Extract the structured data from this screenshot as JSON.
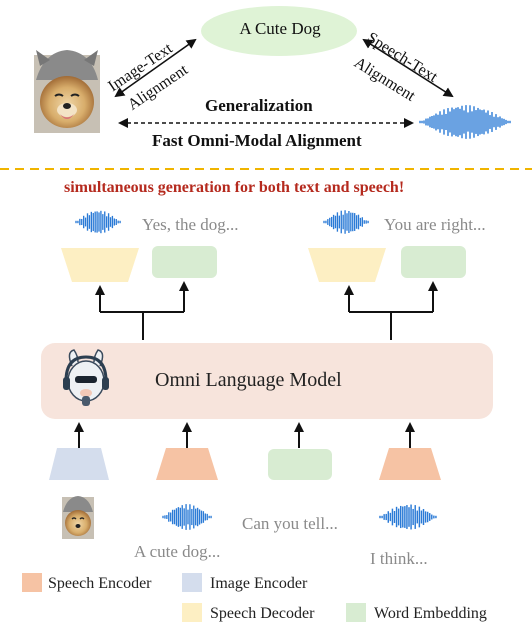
{
  "top": {
    "ellipse_label": "A Cute Dog",
    "image_text": [
      "Image-Text",
      "Alignment"
    ],
    "speech_text": [
      "Speech-Text",
      "Alignment"
    ],
    "generalization": "Generalization",
    "fast_alignment": "Fast Omni-Modal Alignment"
  },
  "headline": "simultaneous generation for both text and speech!",
  "outputs": {
    "left_text": "Yes, the dog...",
    "right_text": "You are right..."
  },
  "model_label": "Omni Language Model",
  "inputs": {
    "text1": "A cute dog...",
    "text2": "Can you tell...",
    "text3": "I think..."
  },
  "legend": [
    {
      "label": "Speech Encoder",
      "color": "#f6c3a4"
    },
    {
      "label": "Image Encoder",
      "color": "#d4dded"
    },
    {
      "label": "Speech Decoder",
      "color": "#fdefc3"
    },
    {
      "label": "Word Embedding",
      "color": "#d8ecd2"
    }
  ],
  "colors": {
    "model_box": "#f7e4dc",
    "divider": "#f0b400",
    "headline": "#b52a1e",
    "wave": "#2a7ad6",
    "ellipse": "#dff3d6"
  }
}
